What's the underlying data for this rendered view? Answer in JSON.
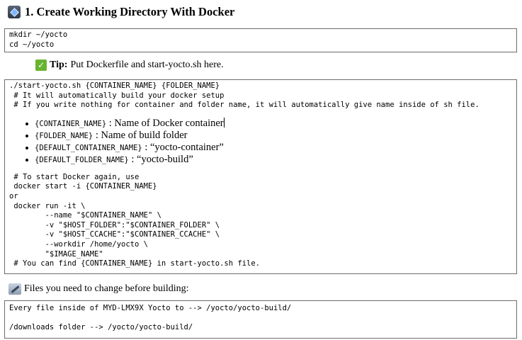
{
  "heading": {
    "title": "1. Create Working Directory With Docker",
    "icon": "diamond-icon"
  },
  "box1": {
    "lines": [
      "mkdir ~/yocto",
      "cd ~/yocto"
    ]
  },
  "tip": {
    "label": "Tip:",
    "text": " Put Dockerfile and start-yocto.sh here.",
    "icon": "check-icon"
  },
  "box2": {
    "top_lines": [
      "./start-yocto.sh {CONTAINER_NAME} {FOLDER_NAME}",
      " # It will automatically build your docker setup",
      " # If you write nothing for container and folder name, it will automatically give name inside of sh file."
    ],
    "bullets": [
      {
        "key": "{CONTAINER_NAME}",
        "text": " : Name of Docker container"
      },
      {
        "key": "{FOLDER_NAME}",
        "text": " : Name of build folder"
      },
      {
        "key": "{DEFAULT_CONTAINER_NAME}",
        "text": " : “yocto-container”"
      },
      {
        "key": "{DEFAULT_FOLDER_NAME}",
        "text": " : “yocto-build”"
      }
    ],
    "bottom_lines": [
      " # To start Docker again, use",
      " docker start -i {CONTAINER_NAME}",
      "or",
      " docker run -it \\",
      "        --name \"$CONTAINER_NAME\" \\",
      "        -v \"$HOST_FOLDER\":\"$CONTAINER_FOLDER\" \\",
      "        -v \"$HOST_CCACHE\":\"$CONTAINER_CCACHE\" \\",
      "        --workdir /home/yocto \\",
      "        \"$IMAGE_NAME\"",
      " # You can find {CONTAINER_NAME} in start-yocto.sh file."
    ]
  },
  "files_section": {
    "text": "Files you need to change before building:",
    "icon": "wrench-icon"
  },
  "box3": {
    "lines": [
      "Every file inside of MYD-LMX9X Yocto to --> /yocto/yocto-build/",
      "",
      "/downloads folder --> /yocto/yocto-build/"
    ]
  }
}
